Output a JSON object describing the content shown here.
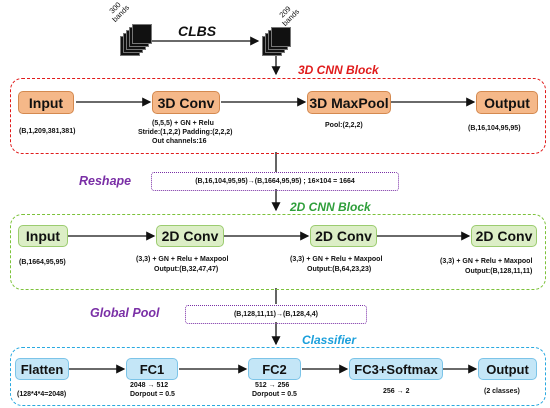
{
  "top": {
    "clbs_label": "CLBS",
    "bands_in": "300\nbands",
    "bands_out": "209\nbands"
  },
  "cnn3d": {
    "title": "3D CNN Block",
    "input_label": "Input",
    "conv_label": "3D Conv",
    "pool_label": "3D MaxPool",
    "output_label": "Output",
    "input_shape": "(B,1,209,381,381)",
    "conv_params": [
      "(5,5,5) + GN + Relu",
      "Stride:(1,2,2)  Padding:(2,2,2)",
      "Out channels:16"
    ],
    "pool_params": "Pool:(2,2,2)",
    "output_shape": "(B,16,104,95,95)"
  },
  "reshape": {
    "label": "Reshape",
    "text": "(B,16,104,95,95)→(B,1664,95,95)   ;  16×104 = 1664"
  },
  "cnn2d": {
    "title": "2D CNN Block",
    "input_label": "Input",
    "conv1_label": "2D Conv",
    "conv2_label": "2D Conv",
    "conv3_label": "2D Conv",
    "input_shape": "(B,1664,95,95)",
    "conv1_params": [
      "(3,3) + GN + Relu + Maxpool",
      "Output:(B,32,47,47)"
    ],
    "conv2_params": [
      "(3,3) + GN + Relu + Maxpool",
      "Output:(B,64,23,23)"
    ],
    "conv3_params": [
      "(3,3) + GN + Relu + Maxpool",
      "Output:(B,128,11,11)"
    ]
  },
  "global_pool": {
    "label": "Global Pool",
    "text": "(B,128,11,11)→(B,128,4,4)"
  },
  "classifier": {
    "title": "Classifier",
    "flatten_label": "Flatten",
    "fc1_label": "FC1",
    "fc2_label": "FC2",
    "fc3_label": "FC3+Softmax",
    "output_label": "Output",
    "flatten_params": "(128*4*4=2048)",
    "fc1_params": [
      "2048 → 512",
      "Dorpout = 0.5"
    ],
    "fc2_params": [
      "512 → 256",
      "Dorpout = 0.5"
    ],
    "fc3_params": "256 → 2",
    "output_params": "(2 classes)"
  },
  "colors": {
    "red": "#e01b1b",
    "green": "#2e9e3a",
    "cyan": "#1a9fdb",
    "purple": "#7a2fa6"
  }
}
